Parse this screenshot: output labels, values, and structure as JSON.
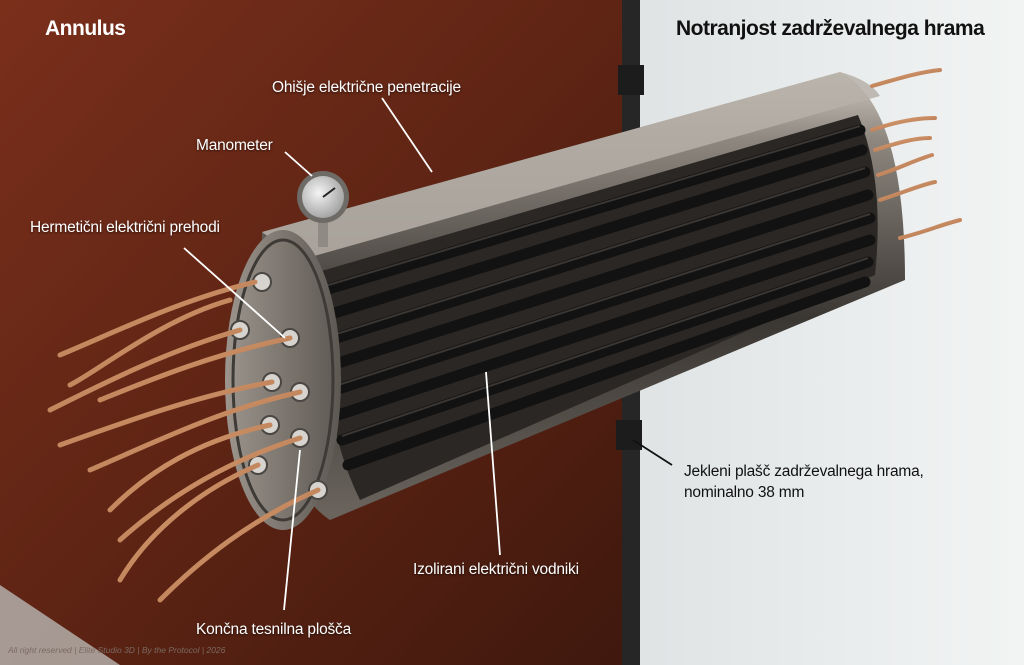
{
  "headers": {
    "left": "Annulus",
    "right": "Notranjost zadrževalnega hrama"
  },
  "labels": {
    "housing": "Ohišje električne penetracije",
    "manometer": "Manometer",
    "feedthroughs": "Hermetični električni prehodi",
    "shell_line1": "Jekleni plašč zadrževalnega hrama,",
    "shell_line2": "nominalno 38 mm",
    "conductors": "Izolirani električni vodniki",
    "end_plate": "Končna tesnilna plošča"
  },
  "footer": "All right reserved | Elite Studio 3D | By the Protocol | 2026",
  "colors": {
    "annulus_wall": "#6e2a18",
    "containment_bg": "#e9eced",
    "shell_steel": "#2a2a2a",
    "copper": "#c98a5e",
    "cable": "#1c1c1c"
  },
  "manometer_icon": "pressure-gauge-icon"
}
